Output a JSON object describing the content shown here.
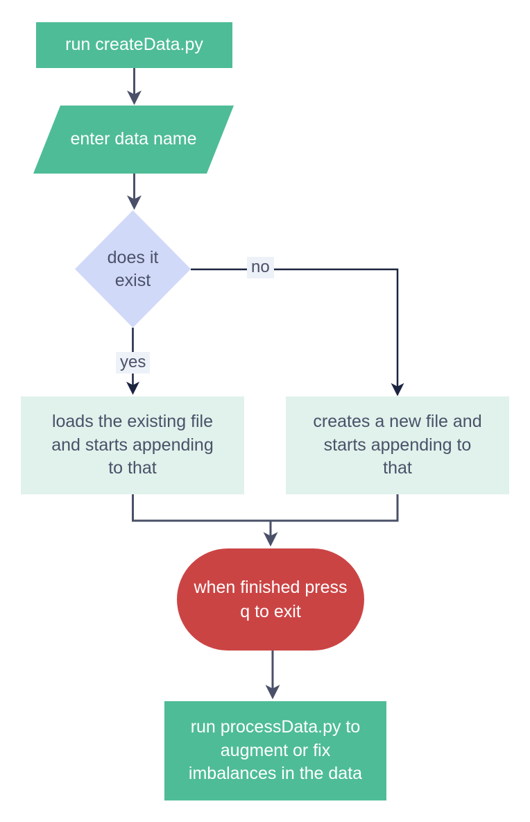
{
  "diagram": {
    "type": "flowchart",
    "direction": "top-down",
    "colors": {
      "process_fill": "#4EBC97",
      "process_text": "#ffffff",
      "decision_fill": "#D0D9F8",
      "result_fill": "#E0F2EB",
      "dark_text": "#4A5169",
      "terminator_fill": "#CB4444",
      "terminator_text": "#ffffff",
      "edge_color": "#4A5068",
      "branch_edge_color": "#1B2440",
      "edge_label_bg": "#EDF1F8",
      "background": "#ffffff"
    },
    "nodes": [
      {
        "id": "start",
        "shape": "rectangle",
        "label": "run createData.py"
      },
      {
        "id": "input",
        "shape": "parallelogram",
        "label": "enter data name"
      },
      {
        "id": "decision",
        "shape": "diamond",
        "label": "does it\nexist"
      },
      {
        "id": "load",
        "shape": "rectangle",
        "label": "loads the existing file\nand starts appending\nto that"
      },
      {
        "id": "create",
        "shape": "rectangle",
        "label": "creates a new file and\nstarts appending to\nthat"
      },
      {
        "id": "finish",
        "shape": "stadium",
        "label": "when finished press\nq to exit"
      },
      {
        "id": "process",
        "shape": "rectangle",
        "label": "run processData.py to\naugment or fix\nimbalances in the data"
      }
    ],
    "edges": [
      {
        "from": "start",
        "to": "input",
        "label": ""
      },
      {
        "from": "input",
        "to": "decision",
        "label": ""
      },
      {
        "from": "decision",
        "to": "load",
        "label": "yes"
      },
      {
        "from": "decision",
        "to": "create",
        "label": "no"
      },
      {
        "from": "load",
        "to": "finish",
        "label": ""
      },
      {
        "from": "create",
        "to": "finish",
        "label": ""
      },
      {
        "from": "finish",
        "to": "process",
        "label": ""
      }
    ]
  }
}
